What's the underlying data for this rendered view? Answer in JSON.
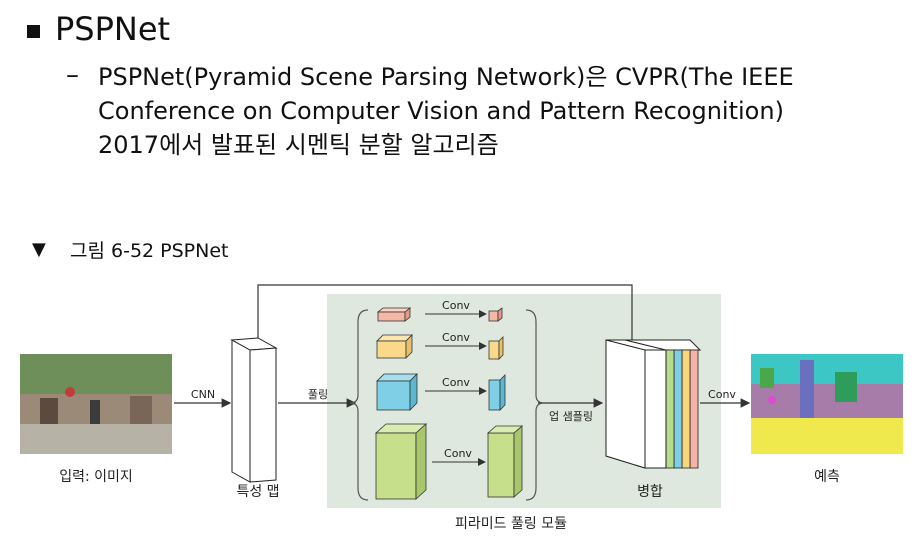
{
  "slide": {
    "title": "PSPNet",
    "body_lines": [
      "PSPNet(Pyramid Scene Parsing Network)은 CVPR(The IEEE",
      "Conference on Computer Vision and Pattern Recognition)",
      "2017에서 발표된 시멘틱 분할 알고리즘"
    ],
    "caption_marker": "▼",
    "caption": "그림 6-52 PSPNet",
    "dash": "–"
  },
  "diagram": {
    "input_label": "입력: 이미지",
    "cnn_label": "CNN",
    "feature_map_label": "특성 맵",
    "pooling_label": "풀링",
    "conv_labels": [
      "Conv",
      "Conv",
      "Conv",
      "Conv"
    ],
    "upsampling_label": "업 샘플링",
    "concat_label": "병합",
    "final_conv_label": "Conv",
    "prediction_label": "예측",
    "module_label": "피라미드 풀링 모듈",
    "colors": {
      "module_bg": "#dfe8df",
      "level1": "#f5b8a6",
      "level2": "#fbd98a",
      "level3": "#7fd0e6",
      "level4": "#c6df8a",
      "stripe_green": "#b7dc8c",
      "stripe_blue": "#7fcfe4",
      "stripe_yellow": "#f8d77c",
      "stripe_pink": "#f4b3a4"
    }
  }
}
